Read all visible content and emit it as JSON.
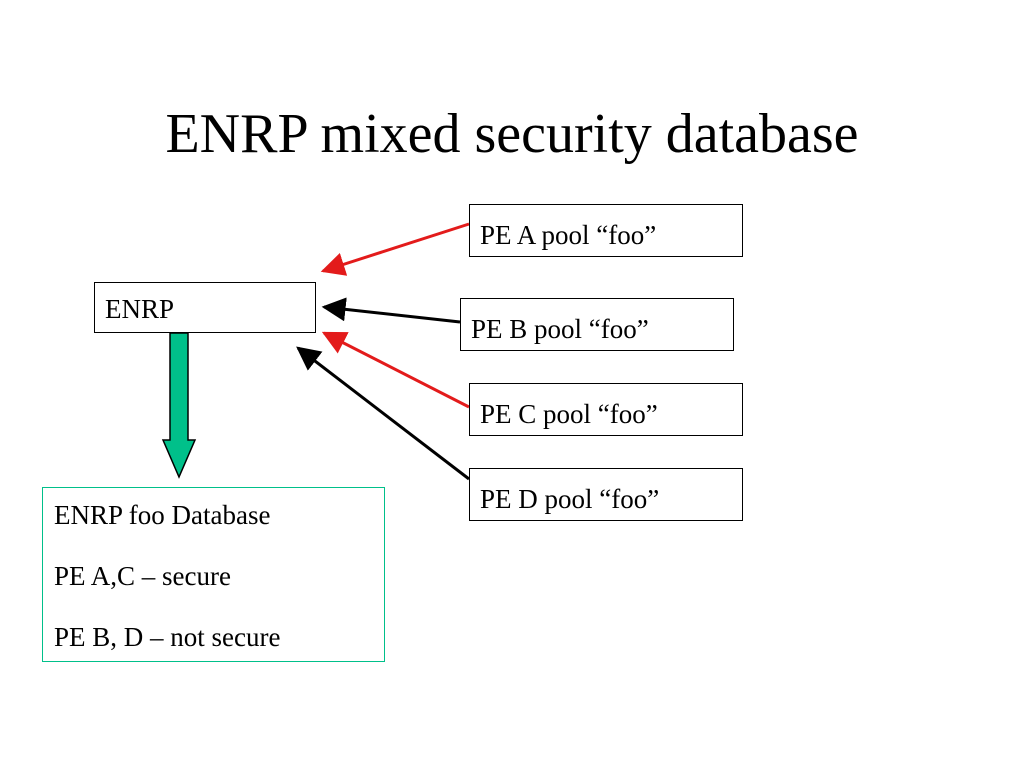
{
  "title": "ENRP mixed security database",
  "enrp": {
    "label": "ENRP"
  },
  "pool_elements": [
    {
      "label": "PE A pool “foo”",
      "secure": true
    },
    {
      "label": "PE B pool “foo”",
      "secure": false
    },
    {
      "label": "PE C pool “foo”",
      "secure": true
    },
    {
      "label": "PE D pool “foo”",
      "secure": false
    }
  ],
  "database": {
    "lines": [
      "ENRP foo Database",
      "PE A,C – secure",
      "PE B, D – not secure"
    ]
  },
  "colors": {
    "secure_arrow": "#e31b1b",
    "insecure_arrow": "#000000",
    "down_arrow_fill": "#00c08a",
    "database_border": "#00c08a"
  }
}
